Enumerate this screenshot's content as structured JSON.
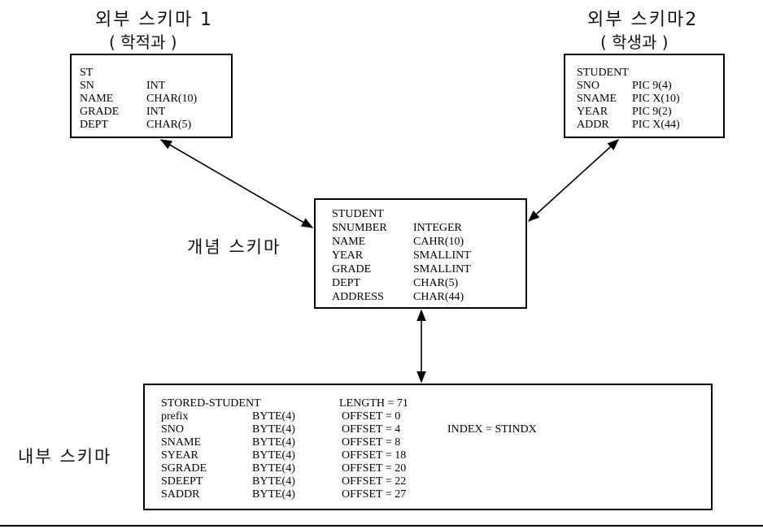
{
  "ext1": {
    "title": "외부 스키마 1",
    "subtitle": "( 학적과 )",
    "record": "ST",
    "fields": [
      {
        "name": "SN",
        "type": "INT"
      },
      {
        "name": "NAME",
        "type": "CHAR(10)"
      },
      {
        "name": "GRADE",
        "type": "INT"
      },
      {
        "name": "DEPT",
        "type": "CHAR(5)"
      }
    ]
  },
  "ext2": {
    "title": "외부 스키마2",
    "subtitle": "( 학생과 )",
    "record": "STUDENT",
    "fields": [
      {
        "name": "SNO",
        "type": "PIC 9(4)"
      },
      {
        "name": "SNAME",
        "type": "PIC X(10)"
      },
      {
        "name": "YEAR",
        "type": "PIC 9(2)"
      },
      {
        "name": "ADDR",
        "type": "PIC X(44)"
      }
    ]
  },
  "conceptual": {
    "label": "개념 스키마",
    "record": "STUDENT",
    "fields": [
      {
        "name": "SNUMBER",
        "type": "INTEGER"
      },
      {
        "name": "NAME",
        "type": "CAHR(10)"
      },
      {
        "name": "YEAR",
        "type": "SMALLINT"
      },
      {
        "name": "GRADE",
        "type": "SMALLINT"
      },
      {
        "name": "DEPT",
        "type": "CHAR(5)"
      },
      {
        "name": "ADDRESS",
        "type": "CHAR(44)"
      }
    ]
  },
  "internal": {
    "label": "내부 스키마",
    "header": {
      "name": "STORED-STUDENT",
      "length": "LENGTH = 71"
    },
    "rows": [
      {
        "name": "prefix",
        "type": "BYTE(4)",
        "offset": "OFFSET = 0",
        "index": ""
      },
      {
        "name": "SNO",
        "type": "BYTE(4)",
        "offset": "OFFSET = 4",
        "index": "INDEX = STINDX"
      },
      {
        "name": "SNAME",
        "type": "BYTE(4)",
        "offset": "OFFSET = 8",
        "index": ""
      },
      {
        "name": "SYEAR",
        "type": "BYTE(4)",
        "offset": "OFFSET = 18",
        "index": ""
      },
      {
        "name": "SGRADE",
        "type": "BYTE(4)",
        "offset": "OFFSET = 20",
        "index": ""
      },
      {
        "name": "SDEEPT",
        "type": "BYTE(4)",
        "offset": "OFFSET = 22",
        "index": ""
      },
      {
        "name": "SADDR",
        "type": "BYTE(4)",
        "offset": "OFFSET = 27",
        "index": ""
      }
    ]
  }
}
